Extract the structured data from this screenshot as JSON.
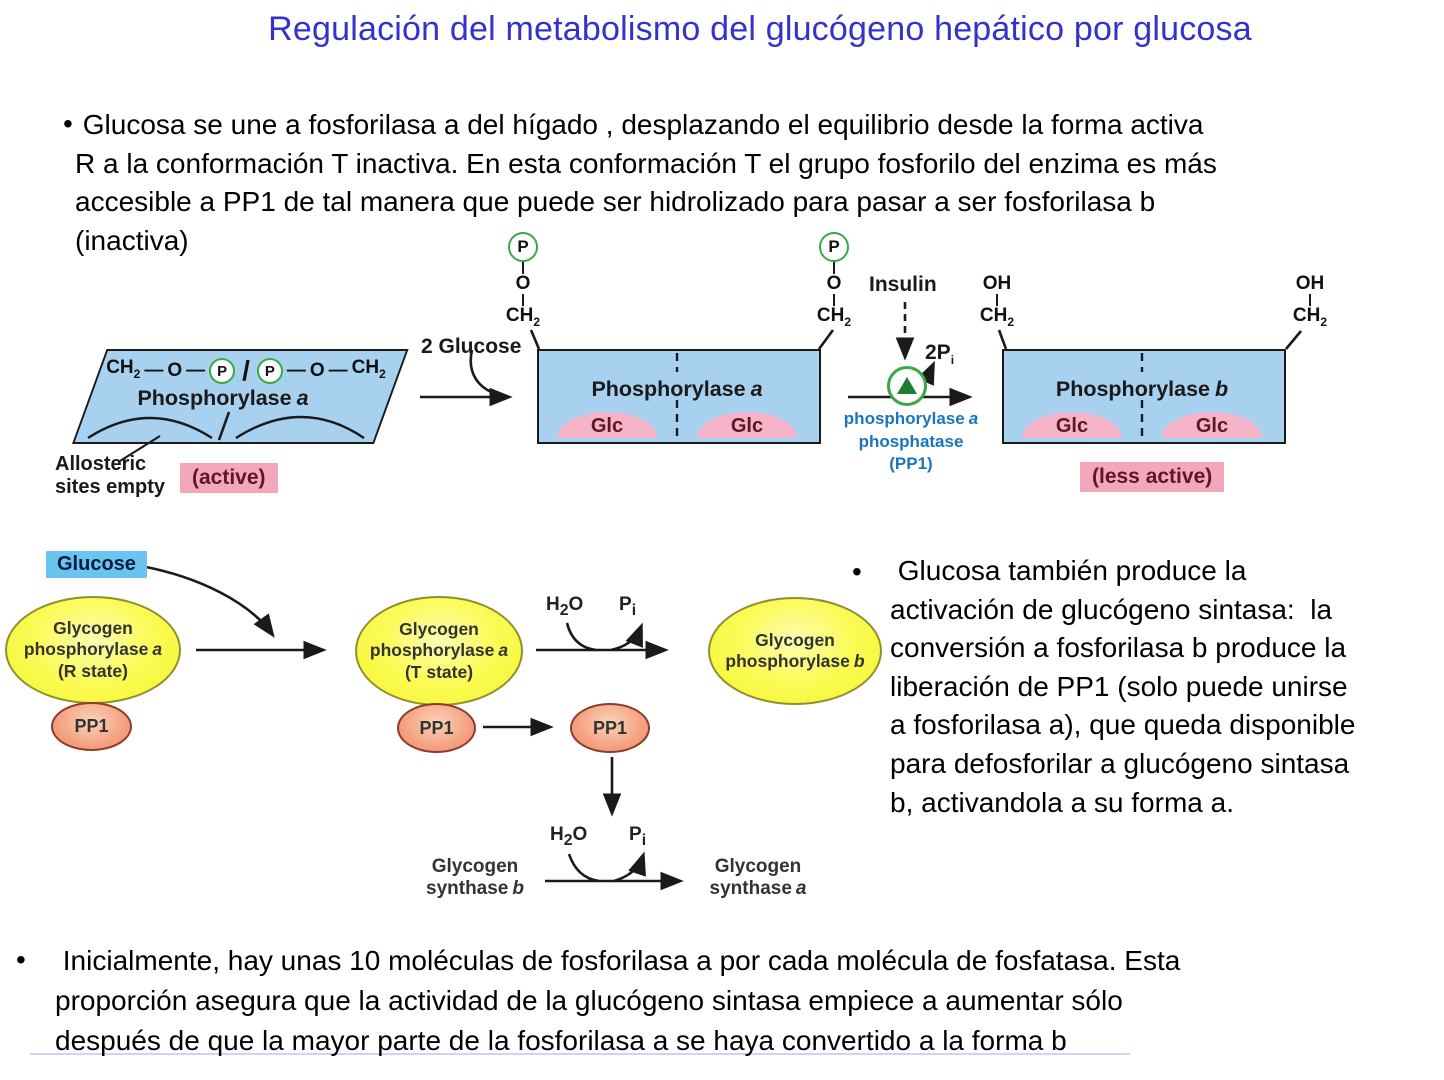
{
  "title": "Regulación del metabolismo del glucógeno hepático por glucosa",
  "bullets": {
    "marker": "•",
    "b1": " Glucosa se une a fosforilasa a del hígado , desplazando el equilibrio desde la forma activa\nR a la conformación T inactiva. En esta conformación T el grupo fosforilo del enzima es más\naccesible a PP1 de tal manera que puede ser hidrolizado para pasar a ser fosforilasa b\n(inactiva)",
    "b2": " Glucosa también produce la\nactivación de glucógeno sintasa:  la\nconversión a fosforilasa b produce la\nliberación de PP1 (solo puede unirse\na fosforilasa a), que queda disponible\npara defosforilar a glucógeno sintasa\nb, activandola a su forma a.",
    "b3": " Inicialmente, hay unas 10 moléculas de fosforilasa a por cada molécula de fosfatasa. Esta\nproporción asegura que la actividad de la glucógeno sintasa empiece a aumentar sólo\ndespués de que la mayor parte de la fosforilasa a se haya convertido a la forma b"
  },
  "sym": {
    "p": "P",
    "o": "O",
    "ch": "CH",
    "two": "2",
    "oh": "OH",
    "h": "H",
    "i": "i",
    "dash": "—",
    "slash": "/"
  },
  "labels": {
    "phosphorylase": "Phosphorylase",
    "a": "a",
    "b": "b",
    "two_glucose": "2 Glucose",
    "insulin": "Insulin",
    "twop": "2P",
    "ppase1": "phosphorylase",
    "ppase2": "phosphatase",
    "ppase3": "(PP1)",
    "allosteric": "Allosteric\nsites empty",
    "active": "(active)",
    "less_active": "(less active)",
    "glc": "Glc",
    "glucose": "Glucose",
    "glycogen": "Glycogen",
    "phosphorylase_lc": "phosphorylase",
    "r_state": "(R state)",
    "t_state": "(T state)",
    "pp1": "PP1",
    "synthase": "synthase"
  },
  "colors": {
    "title_blue": "#3333cc",
    "diagram_blue": "#a8d1ef",
    "pink_label": "#f2a7bb",
    "dome_pink": "#f5b3c7",
    "maroon_text": "#5f1626",
    "enzyme_blue_text": "#1b75bc",
    "phosphate_green": "#3aa845",
    "ellipse_yellow": "#fbfb57",
    "pp1_salmon": "#f4a180",
    "glucose_box_blue": "#69c4ef"
  }
}
